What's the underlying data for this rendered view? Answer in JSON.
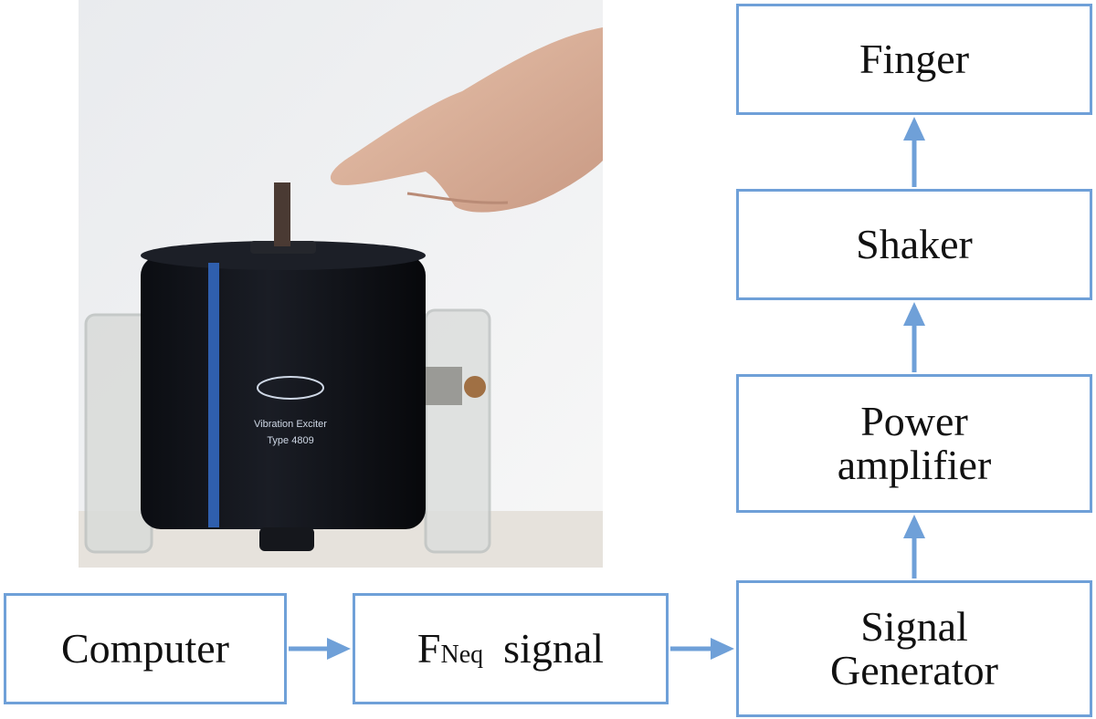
{
  "photo": {
    "label_line1": "Vibration Exciter",
    "label_line2": "Type 4809"
  },
  "blocks": {
    "finger": "Finger",
    "shaker": "Shaker",
    "power_amplifier_line1": "Power",
    "power_amplifier_line2": "amplifier",
    "signal_generator_line1": "Signal",
    "signal_generator_line2": "Generator",
    "computer": "Computer",
    "fneq_base": "F",
    "fneq_sub": "Neq",
    "fneq_word": "signal"
  },
  "colors": {
    "box_border": "#6fa0d8",
    "arrow": "#6fa0d8"
  }
}
